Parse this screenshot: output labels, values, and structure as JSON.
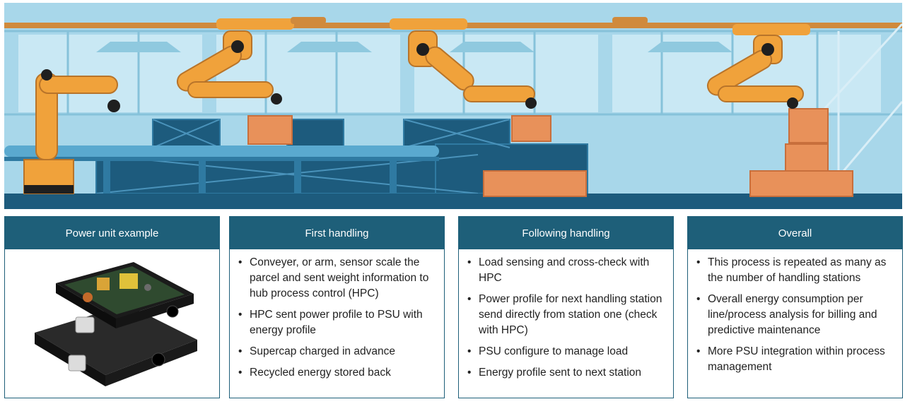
{
  "scene": {
    "colors": {
      "background": "#9fd3e8",
      "wall": "#bfe3f1",
      "frame": "#6fb4d1",
      "dark_blue": "#1d5b7d",
      "arm_orange": "#f0a23b",
      "box": "#e8915a",
      "rail": "#e8a85a"
    }
  },
  "panels": [
    {
      "title": "Power unit example",
      "image": "power-supply-unit-photo"
    },
    {
      "title": "First handling",
      "bullets": [
        "Conveyer, or arm, sensor scale the parcel and sent weight information to hub process control (HPC)",
        "HPC sent power profile to PSU with energy profile",
        "Supercap charged in advance",
        "Recycled energy stored back"
      ]
    },
    {
      "title": "Following handling",
      "bullets": [
        "Load sensing and cross-check with HPC",
        "Power profile for next handling station send directly from station one (check with HPC)",
        "PSU configure to manage load",
        "Energy profile sent to next station"
      ]
    },
    {
      "title": "Overall",
      "bullets": [
        "This process is repeated as many as the number of handling stations",
        "Overall energy consumption per line/process analysis for billing and predictive maintenance",
        "More PSU integration within process management"
      ]
    }
  ]
}
